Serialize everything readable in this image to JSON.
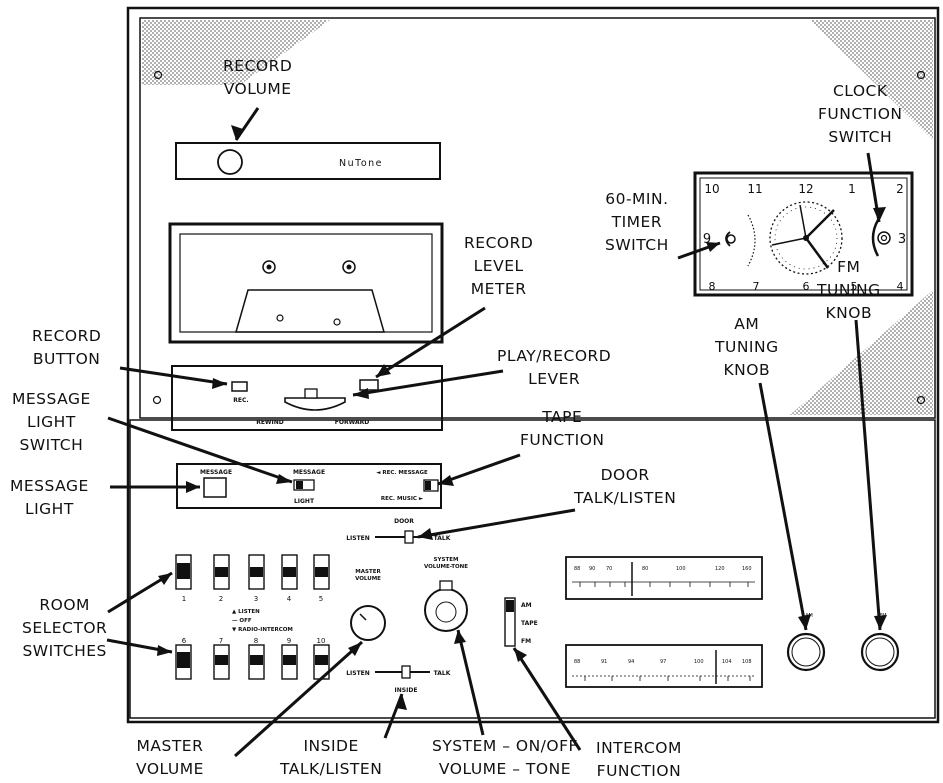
{
  "callouts": {
    "record_volume": [
      "RECORD",
      "VOLUME"
    ],
    "clock_function_switch": [
      "CLOCK",
      "FUNCTION",
      "SWITCH"
    ],
    "timer_switch": [
      "60-MIN.",
      "TIMER",
      "SWITCH"
    ],
    "record_level_meter": [
      "RECORD",
      "LEVEL",
      "METER"
    ],
    "record_button": [
      "RECORD",
      "BUTTON"
    ],
    "play_record_lever": [
      "PLAY/RECORD",
      "LEVER"
    ],
    "message_light_switch": [
      "MESSAGE",
      "LIGHT",
      "SWITCH"
    ],
    "tape_function": [
      "TAPE",
      "FUNCTION"
    ],
    "message_light": [
      "MESSAGE",
      "LIGHT"
    ],
    "door_talk_listen": [
      "DOOR",
      "TALK/LISTEN"
    ],
    "fm_tuning_knob": [
      "FM",
      "TUNING",
      "KNOB"
    ],
    "am_tuning_knob": [
      "AM",
      "TUNING",
      "KNOB"
    ],
    "room_selector_switches": [
      "ROOM",
      "SELECTOR",
      "SWITCHES"
    ],
    "master_volume": [
      "MASTER",
      "VOLUME"
    ],
    "inside_talk_listen": [
      "INSIDE",
      "TALK/LISTEN"
    ],
    "system_volume_tone": [
      "SYSTEM – ON/OFF",
      "VOLUME – TONE"
    ],
    "intercom_function": [
      "INTERCOM",
      "FUNCTION"
    ]
  },
  "panel": {
    "brand": "NuTone",
    "rec_label": "REC.",
    "rewind_label": "REWIND",
    "forward_label": "FORWARD",
    "message_label": "MESSAGE",
    "message_switch_label": "MESSAGE",
    "light_label": "LIGHT",
    "rec_message_label": "◄ REC. MESSAGE",
    "rec_music_label": "REC. MUSIC ►",
    "door_label": "DOOR",
    "listen_label": "LISTEN",
    "talk_label": "TALK",
    "inside_label": "INSIDE",
    "master_volume_label": [
      "MASTER",
      "VOLUME"
    ],
    "system_volume_label": [
      "SYSTEM",
      "VOLUME-TONE"
    ],
    "intercom_legend": [
      "▲ LISTEN",
      "— OFF",
      "▼ RADIO-INTERCOM"
    ],
    "function_labels": [
      "AM",
      "TAPE",
      "FM"
    ],
    "am_knob_label": "AM",
    "fm_knob_label": "FM",
    "room_numbers_top": [
      "1",
      "2",
      "3",
      "4",
      "5"
    ],
    "room_numbers_bottom": [
      "6",
      "7",
      "8",
      "9",
      "10"
    ],
    "fm_scale": [
      "88",
      "90",
      "70",
      "80",
      "100",
      "120",
      "160"
    ],
    "am_scale": [
      "88",
      "91",
      "94",
      "97",
      "100",
      "104",
      "108"
    ],
    "clock_numerals": [
      "10",
      "11",
      "12",
      "1",
      "2",
      "9",
      "3",
      "8",
      "7",
      "6",
      "5",
      "4"
    ]
  },
  "colors": {
    "ink": "#111111",
    "paper": "#ffffff",
    "speaker_grille": "#b8b8b8"
  }
}
